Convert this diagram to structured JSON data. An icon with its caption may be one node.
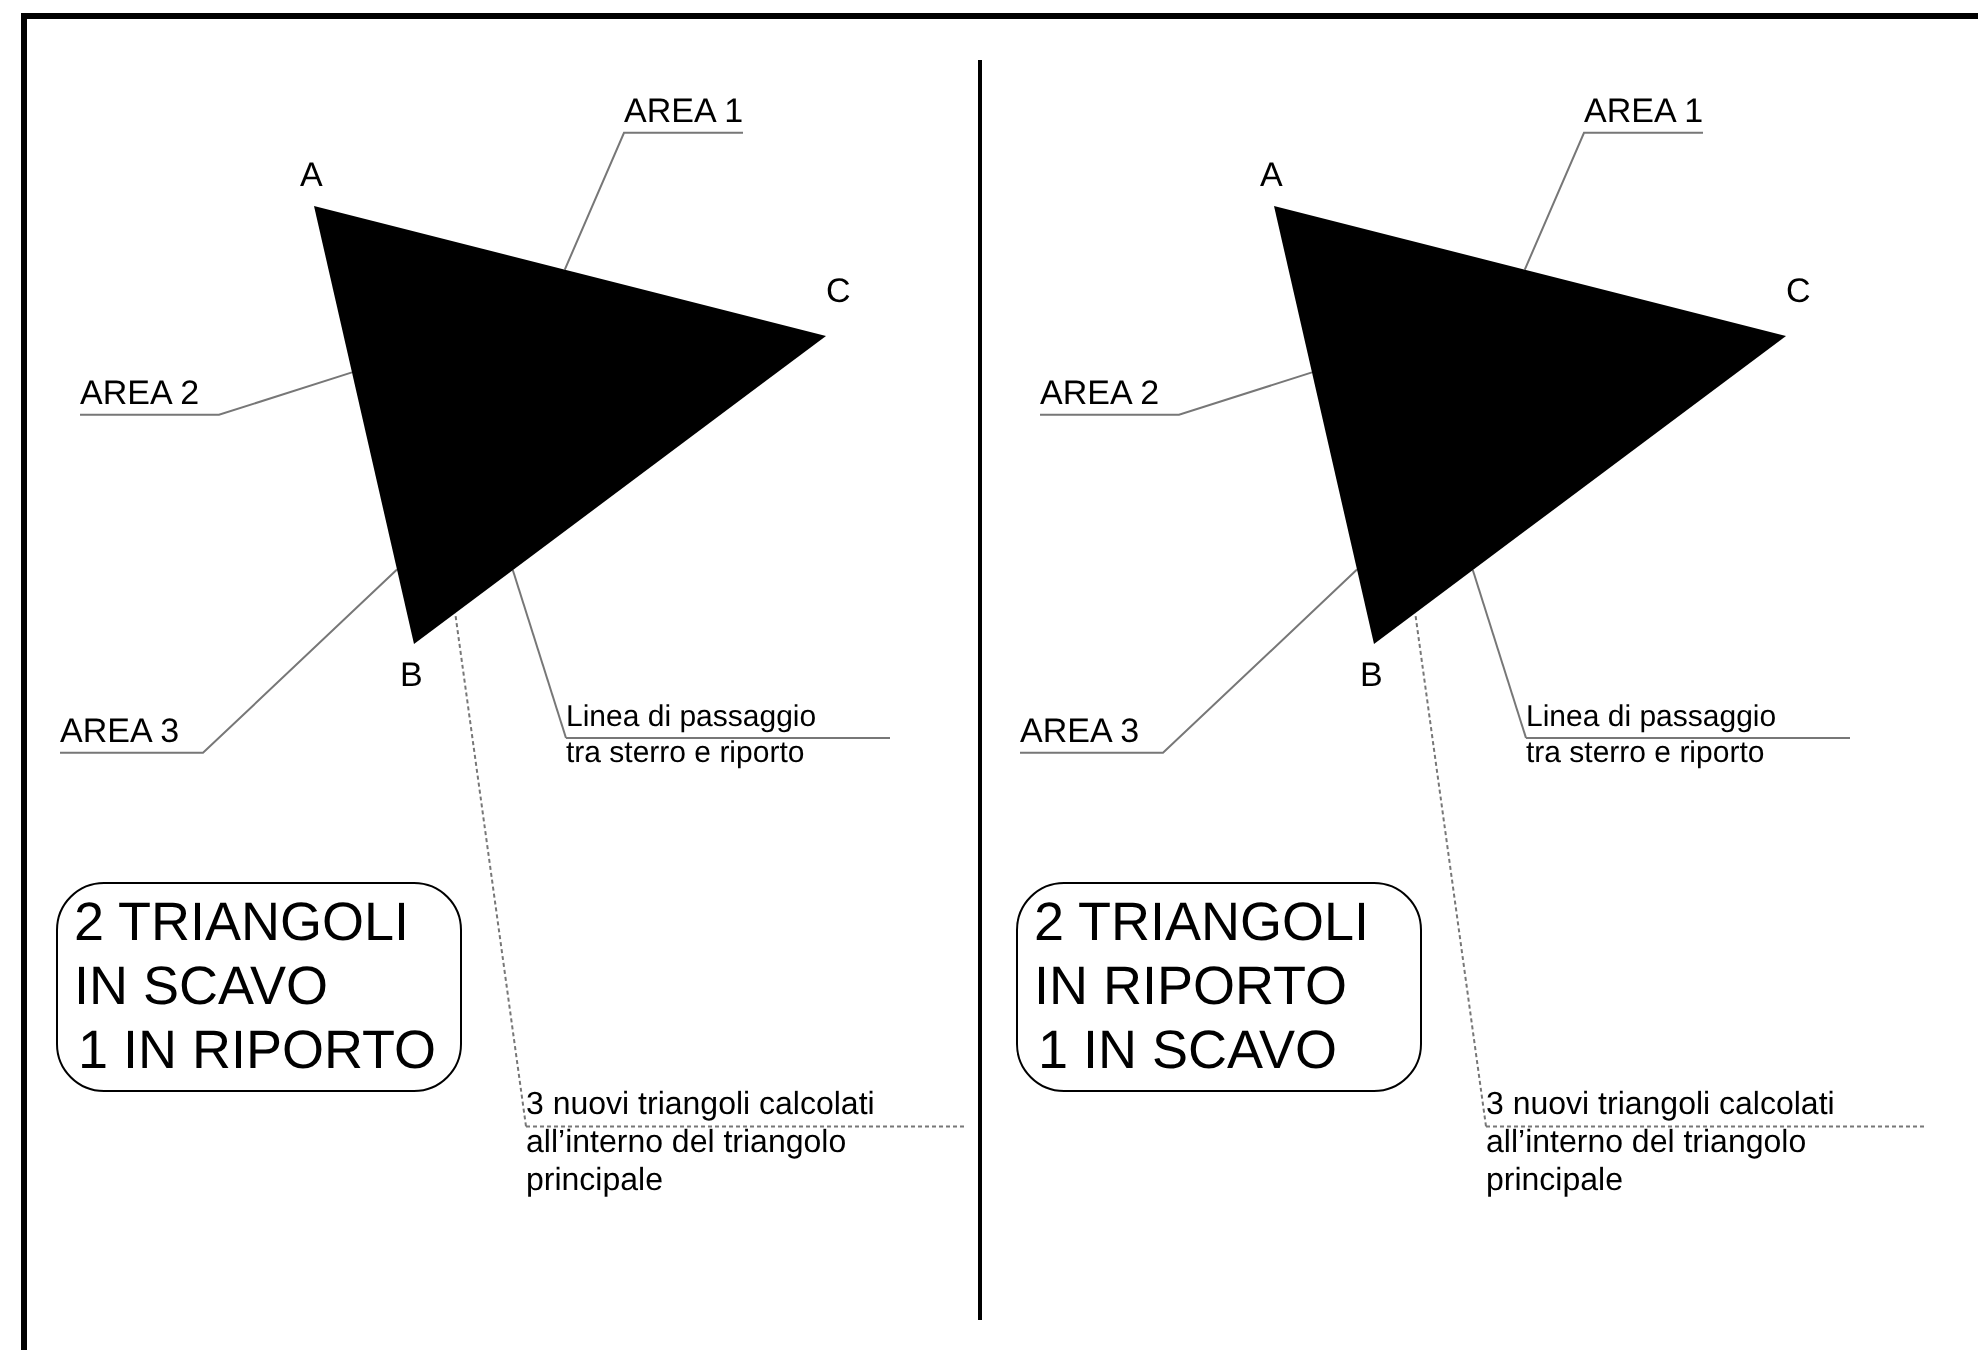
{
  "diagram": {
    "nodes": [
      {
        "text": [],
        "shape": "triangle",
        "beside": [
          "A",
          "C",
          "B"
        ]
      },
      {
        "text": [
          "AREA 1"
        ]
      },
      {
        "text": [
          "AREA 2"
        ]
      },
      {
        "text": [
          "AREA 3"
        ]
      },
      {
        "text": [
          "Linea di passaggio tra sterro e riporto"
        ]
      },
      {
        "text": [
          "2 TRIANGOLI",
          "IN SCAVO",
          "1 IN RIPORTO"
        ]
      },
      {
        "text": [
          "3 nuovi triangoli calcolati all’interno del triangolo principale"
        ]
      },
      {
        "text": [],
        "shape": "triangle",
        "beside": [
          "A",
          "C",
          "B"
        ]
      },
      {
        "text": [
          "AREA 1"
        ]
      },
      {
        "text": [
          "AREA 2"
        ]
      },
      {
        "text": [
          "AREA 3"
        ]
      },
      {
        "text": [
          "Linea di passaggio tra sterro e riporto"
        ]
      },
      {
        "text": [
          "2 TRIANGOLI",
          "IN RIPORTO",
          "1 IN SCAVO"
        ]
      },
      {
        "text": [
          "3 nuovi triangoli calcolati all’interno del triangolo principale"
        ]
      }
    ],
    "edges": [
      {
        "from": 1,
        "to": 0,
        "arrow": "none"
      },
      {
        "from": 2,
        "to": 0,
        "arrow": "none"
      },
      {
        "from": 3,
        "to": 0,
        "arrow": "none"
      },
      {
        "from": 4,
        "to": 0,
        "arrow": "none"
      },
      {
        "from": 6,
        "to": 0,
        "arrow": "none",
        "style": "dashed"
      },
      {
        "from": 8,
        "to": 7,
        "arrow": "none"
      },
      {
        "from": 9,
        "to": 7,
        "arrow": "none"
      },
      {
        "from": 10,
        "to": 7,
        "arrow": "none"
      },
      {
        "from": 11,
        "to": 7,
        "arrow": "none"
      },
      {
        "from": 13,
        "to": 7,
        "arrow": "none",
        "style": "dashed"
      }
    ]
  }
}
